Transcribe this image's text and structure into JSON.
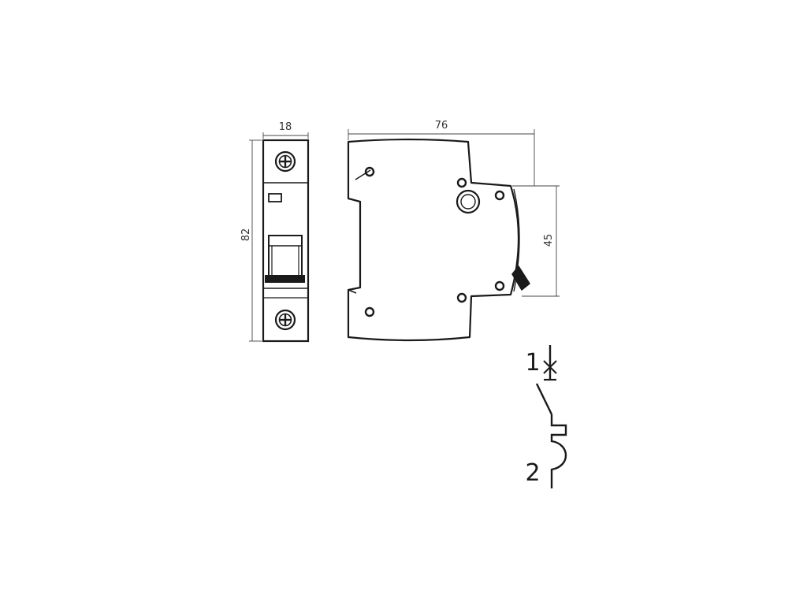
{
  "dimensions": {
    "front_width": "18",
    "height": "82",
    "side_width": "76",
    "toggle_height": "45"
  },
  "terminals": {
    "top": "1",
    "bottom": "2"
  },
  "colors": {
    "line": "#1a1a1a",
    "dim_line": "#444444",
    "dim_text": "#333333",
    "toggle_fill": "#1a1a1a"
  }
}
